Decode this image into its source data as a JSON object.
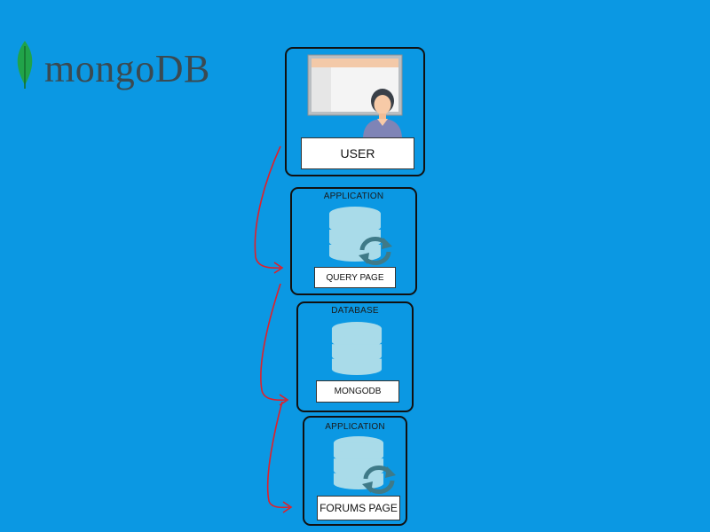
{
  "logo": {
    "text": "mongoDB"
  },
  "user_box": {
    "label": "USER"
  },
  "application_box_1": {
    "heading": "APPLICATION",
    "label": "QUERY PAGE"
  },
  "database_box": {
    "heading": "DATABASE",
    "label": "MONGODB"
  },
  "application_box_2": {
    "heading": "APPLICATION",
    "label": "FORUMS PAGE"
  },
  "colors": {
    "background": "#0b98e3",
    "border": "#111111",
    "arrow": "#e0202a",
    "db_icon": "#a9dbe9",
    "sync_icon": "#3f7a88",
    "leaf": "#21a349"
  },
  "icons": [
    "leaf-icon",
    "user-computer-icon",
    "database-icon",
    "sync-icon"
  ]
}
